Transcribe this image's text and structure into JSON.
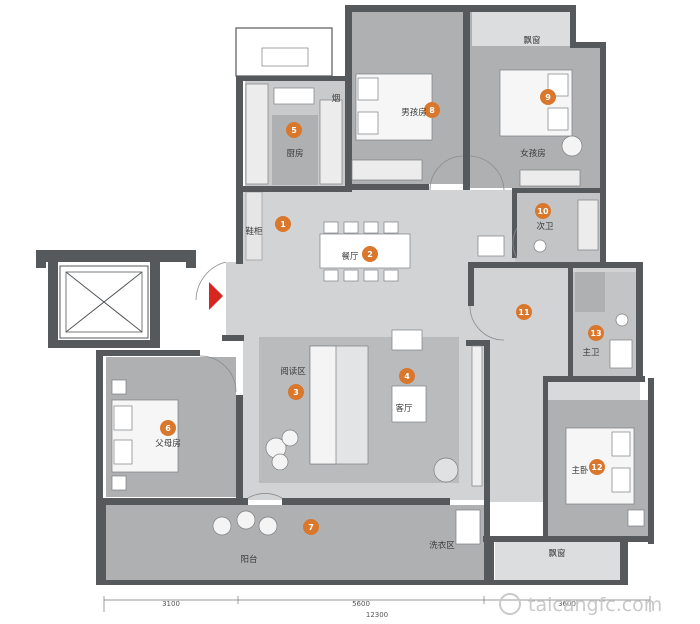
{
  "colors": {
    "wall": "#56595c",
    "room": "#aeb0b2",
    "hall": "#d2d3d5",
    "badge": "#d9772c",
    "arrow": "#d7261e"
  },
  "rooms": [
    {
      "id": "entrance",
      "number": "1",
      "label": ""
    },
    {
      "id": "cabinet",
      "number": "",
      "label": "鞋柜"
    },
    {
      "id": "dining",
      "number": "2",
      "label": "餐厅"
    },
    {
      "id": "reading",
      "number": "3",
      "label": "阅读区"
    },
    {
      "id": "living",
      "number": "4",
      "label": "客厅"
    },
    {
      "id": "kitchen",
      "number": "5",
      "label": "厨房"
    },
    {
      "id": "parents",
      "number": "6",
      "label": "父母房"
    },
    {
      "id": "balcony",
      "number": "7",
      "label": "阳台"
    },
    {
      "id": "laundry",
      "number": "",
      "label": "洗衣区"
    },
    {
      "id": "boys",
      "number": "8",
      "label": "男孩房"
    },
    {
      "id": "girls",
      "number": "9",
      "label": "女孩房"
    },
    {
      "id": "bay_top",
      "number": "",
      "label": "飘窗"
    },
    {
      "id": "second_bath",
      "number": "10",
      "label": "次卫"
    },
    {
      "id": "corridor",
      "number": "11",
      "label": ""
    },
    {
      "id": "master",
      "number": "12",
      "label": "主卧"
    },
    {
      "id": "master_bath",
      "number": "13",
      "label": "主卫"
    },
    {
      "id": "bay_bottom",
      "number": "",
      "label": "飘窗"
    },
    {
      "id": "flue",
      "number": "",
      "label": "烟"
    }
  ],
  "dimensions": {
    "segments": [
      "3100",
      "5600",
      "3600"
    ],
    "total": "12300"
  },
  "watermark": "taicangfc.com"
}
